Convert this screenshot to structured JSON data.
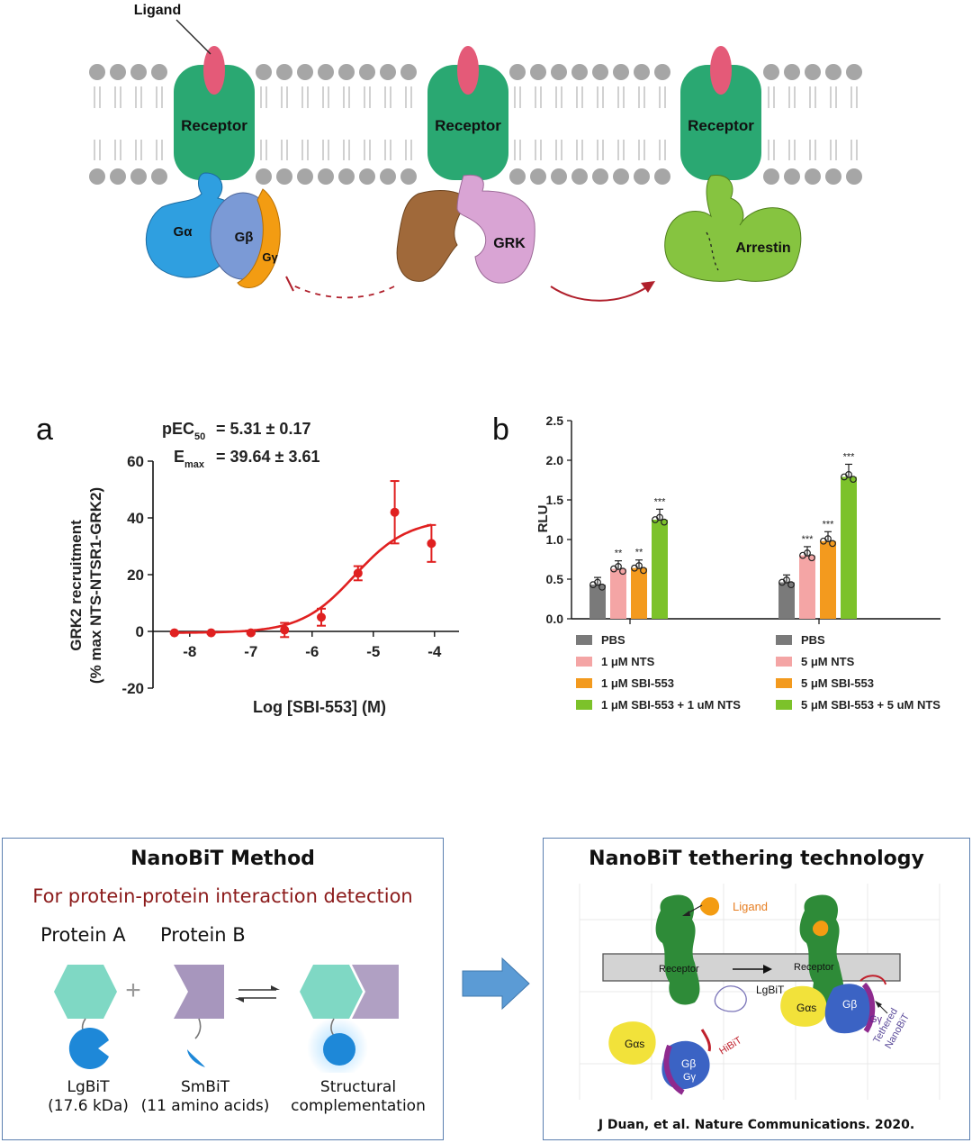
{
  "pathway": {
    "ligand_label": "Ligand",
    "receptor_label": "Receptor",
    "g_alpha": "Gα",
    "g_beta": "Gβ",
    "g_gamma": "Gγ",
    "grk": "GRK",
    "arrestin": "Arrestin"
  },
  "panel_a": {
    "letter": "a",
    "pec50_label": "pEC",
    "pec50_sub": "50",
    "pec50_value": "= 5.31 ± 0.17",
    "emax_label": "E",
    "emax_sub": "max",
    "emax_value": "= 39.64 ± 3.61",
    "ylabel_line1": "GRK2 recruitment",
    "ylabel_line2": "(% max NTS-NTSR1-GRK2)",
    "xlabel": "Log [SBI-553] (M)",
    "yticks": [
      "60",
      "40",
      "20",
      "0",
      "-20"
    ],
    "xticks": [
      "-8",
      "-7",
      "-6",
      "-5",
      "-4"
    ]
  },
  "panel_b": {
    "letter": "b",
    "ylabel": "RLU",
    "yticks": [
      "2.5",
      "2.0",
      "1.5",
      "1.0",
      "0.5",
      "0.0"
    ],
    "legend_left": [
      "PBS",
      "1 μM NTS",
      "1 μM SBI-553",
      "1 μM SBI-553 + 1 uM NTS"
    ],
    "legend_right": [
      "PBS",
      "5 μM NTS",
      "5 μM SBI-553",
      "5 μM SBI-553 + 5 uM NTS"
    ],
    "sig": [
      "**",
      "**",
      "***",
      "***",
      "***",
      "***"
    ]
  },
  "chart_data": [
    {
      "type": "scatter",
      "xlabel": "Log [SBI-553] (M)",
      "ylabel": "GRK2 recruitment (% max NTS-NTSR1-GRK2)",
      "xlim": [
        -8.6,
        -3.6
      ],
      "ylim": [
        -20,
        60
      ],
      "series": [
        {
          "x": [
            -8.25,
            -7.65,
            -7.0,
            -6.45,
            -5.85,
            -5.25,
            -4.65,
            -4.05
          ],
          "y": [
            -0.5,
            -0.5,
            -0.5,
            0.5,
            5,
            20.5,
            42,
            31
          ],
          "err": [
            0.3,
            0.3,
            0.3,
            2.5,
            3,
            2.5,
            11,
            6.5
          ]
        }
      ],
      "fit": {
        "type": "sigmoid",
        "bottom": -0.5,
        "top": 39.64,
        "logEC50": -5.31
      }
    },
    {
      "type": "bar",
      "ylabel": "RLU",
      "ylim": [
        0,
        2.5
      ],
      "groups": [
        {
          "bars": [
            {
              "name": "PBS",
              "value": 0.43,
              "color": "#7a7a7a"
            },
            {
              "name": "1 μM NTS",
              "value": 0.63,
              "color": "#f4a5a5"
            },
            {
              "name": "1 μM SBI-553",
              "value": 0.64,
              "color": "#f39a1e"
            },
            {
              "name": "1 μM SBI-553 + 1 uM NTS",
              "value": 1.25,
              "color": "#7cc22a"
            }
          ]
        },
        {
          "bars": [
            {
              "name": "PBS",
              "value": 0.46,
              "color": "#7a7a7a"
            },
            {
              "name": "5 μM NTS",
              "value": 0.8,
              "color": "#f4a5a5"
            },
            {
              "name": "5 μM SBI-553",
              "value": 0.98,
              "color": "#f39a1e"
            },
            {
              "name": "5 μM SBI-553 + 5 uM NTS",
              "value": 1.79,
              "color": "#7cc22a"
            }
          ]
        }
      ]
    }
  ],
  "nanobit": {
    "title": "NanoBiT Method",
    "subtitle": "For protein-protein interaction detection",
    "protein_a": "Protein A",
    "protein_b": "Protein B",
    "lgbit_line1": "LgBiT",
    "lgbit_line2": "(17.6 kDa)",
    "smbit_line1": "SmBiT",
    "smbit_line2": "(11 amino acids)",
    "struct_line1": "Structural",
    "struct_line2": "complementation"
  },
  "tethering": {
    "title": "NanoBiT tethering technology",
    "ligand": "Ligand",
    "receptor": "Receptor",
    "lgbit": "LgBiT",
    "hibit": "HiBiT",
    "gas": "Gαs",
    "gb": "Gβ",
    "gg": "Gγ",
    "tethered_line1": "Tethered",
    "tethered_line2": "NanoBiT",
    "citation": "J Duan,  et al. Nature  Communications.  2020."
  },
  "colors": {
    "receptor": "#2aa872",
    "ligand": "#e45a78",
    "g_alpha": "#2f9fe0",
    "g_beta": "#7b9ad6",
    "g_gamma": "#f39c12",
    "grk_left": "#a0693a",
    "grk_right": "#d9a4d4",
    "arrestin": "#86c440",
    "lipid": "#a6a6a6",
    "curve": "#e02020"
  }
}
